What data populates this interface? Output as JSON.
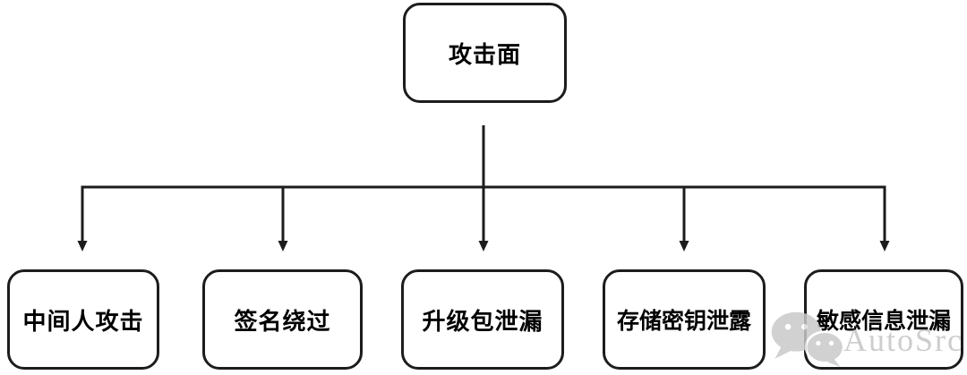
{
  "diagram": {
    "type": "tree",
    "root": {
      "label": "攻击面"
    },
    "children": [
      {
        "label": "中间人攻击"
      },
      {
        "label": "签名绕过"
      },
      {
        "label": "升级包泄漏"
      },
      {
        "label": "存储密钥泄露"
      },
      {
        "label": "敏感信息泄漏"
      }
    ]
  },
  "watermark": {
    "logo": "wechat-logo-icon",
    "text": "AutoSrc",
    "color": "#c5c5c5"
  },
  "colors": {
    "background": "#ffffff",
    "connector_line": "#1c1c1c",
    "node_border": "#1c1c1c",
    "node_fill": "#ffffff",
    "node_text": "#000000"
  }
}
